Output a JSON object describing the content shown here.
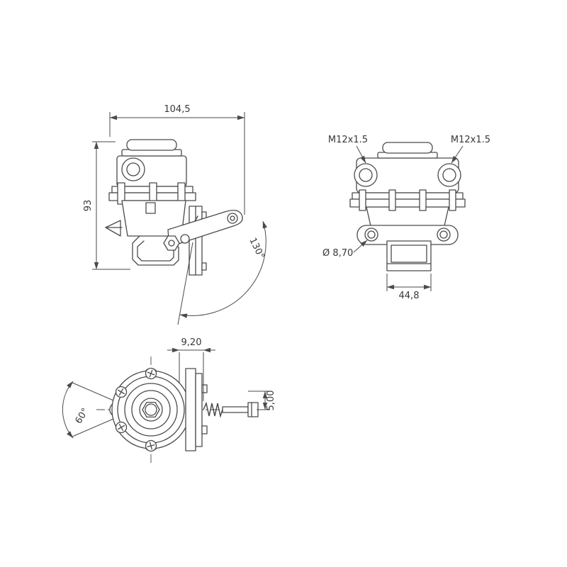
{
  "colors": {
    "line": "#4a4a4a",
    "text": "#383838",
    "background": "#ffffff"
  },
  "views": {
    "side": {
      "dim_width": "104,5",
      "dim_height": "93",
      "dim_lever_angle": "130°"
    },
    "front": {
      "label_thread_left": "M12x1.5",
      "label_thread_right": "M12x1.5",
      "label_hole_diameter": "Ø 8,70",
      "dim_base_width": "44,8"
    },
    "top": {
      "dim_offset": "9,20",
      "dim_rod": "5,00",
      "dim_angle": "60°"
    }
  }
}
